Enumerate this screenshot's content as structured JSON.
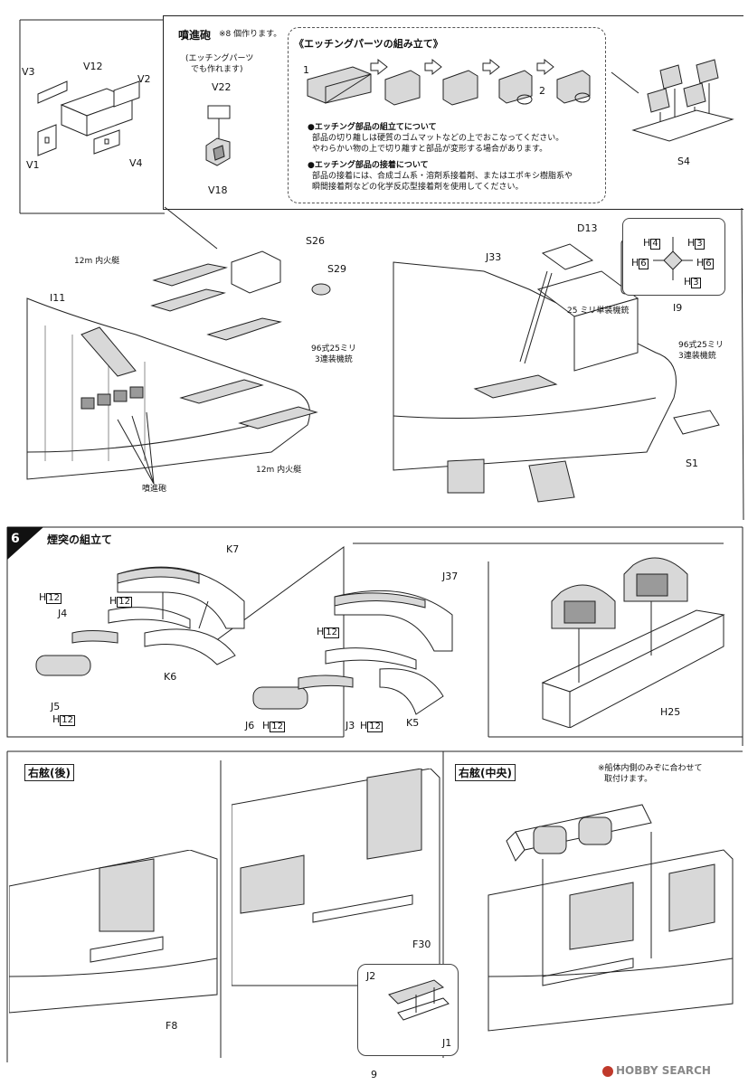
{
  "top_panel": {
    "kosin_title": "噴進砲",
    "kosin_note": "※8 個作ります。",
    "alt_note_l1": "(エッチングパーツ",
    "alt_note_l2": "でも作れます)",
    "etch_title": "《エッチングパーツの組み立て》",
    "etch_step1": "1",
    "etch_step2": "2",
    "bullet1_title": "●エッチング部品の組立てについて",
    "bullet1_l1": "部品の切り離しは硬質のゴムマットなどの上でおこなってください。",
    "bullet1_l2": "やわらかい物の上で切り離すと部品が変形する場合があります。",
    "bullet2_title": "●エッチング部品の接着について",
    "bullet2_l1": "部品の接着には、合成ゴム系・溶剤系接着剤、またはエポキシ樹脂系や",
    "bullet2_l2": "瞬間接着剤などの化学反応型接着剤を使用してください。"
  },
  "parts_top": {
    "v3": "V3",
    "v12": "V12",
    "v2": "V2",
    "v1": "V1",
    "v4": "V4",
    "v22": "V22",
    "v18": "V18",
    "s4": "S4"
  },
  "deck_left": {
    "i11": "I11",
    "boat_top": "12m 内火艇",
    "boat_bottom": "12m 内火艇",
    "rocket": "噴進砲",
    "s26": "S26",
    "s29": "S29",
    "mg3": "96式25ミリ",
    "mg3b": "3連装機銃"
  },
  "deck_right": {
    "d13": "D13",
    "j33": "J33",
    "mg1": "25 ミリ単装機銃",
    "i9": "I9",
    "mg3": "96式25ミリ",
    "mg3b": "3連装機銃",
    "s1": "S1",
    "h_labels": [
      "H",
      "H",
      "H",
      "H",
      "H"
    ],
    "h_nums": [
      "4",
      "3",
      "6",
      "6",
      "3"
    ]
  },
  "step6": {
    "number": "6",
    "title": "煙突の組立て",
    "k7": "K7",
    "h12a": "H",
    "h12a_n": "12",
    "h12b": "H",
    "h12b_n": "12",
    "j4": "J4",
    "k6": "K6",
    "j5": "J5",
    "h12c": "H",
    "h12c_n": "12",
    "j37": "J37",
    "h12d": "H",
    "h12d_n": "12",
    "j6": "J6",
    "h12e": "H",
    "h12e_n": "12",
    "j3": "J3",
    "h12f": "H",
    "h12f_n": "12",
    "k5": "K5",
    "h25": "H25"
  },
  "bottom": {
    "rear_title": "右舷(後)",
    "mid_title": "右舷(中央)",
    "note_l1": "※船体内側のみぞに合わせて",
    "note_l2": "取付けます。",
    "f8": "F8",
    "f30": "F30",
    "j2": "J2",
    "j1": "J1"
  },
  "page_number": "9",
  "watermark": "HOBBY SEARCH"
}
